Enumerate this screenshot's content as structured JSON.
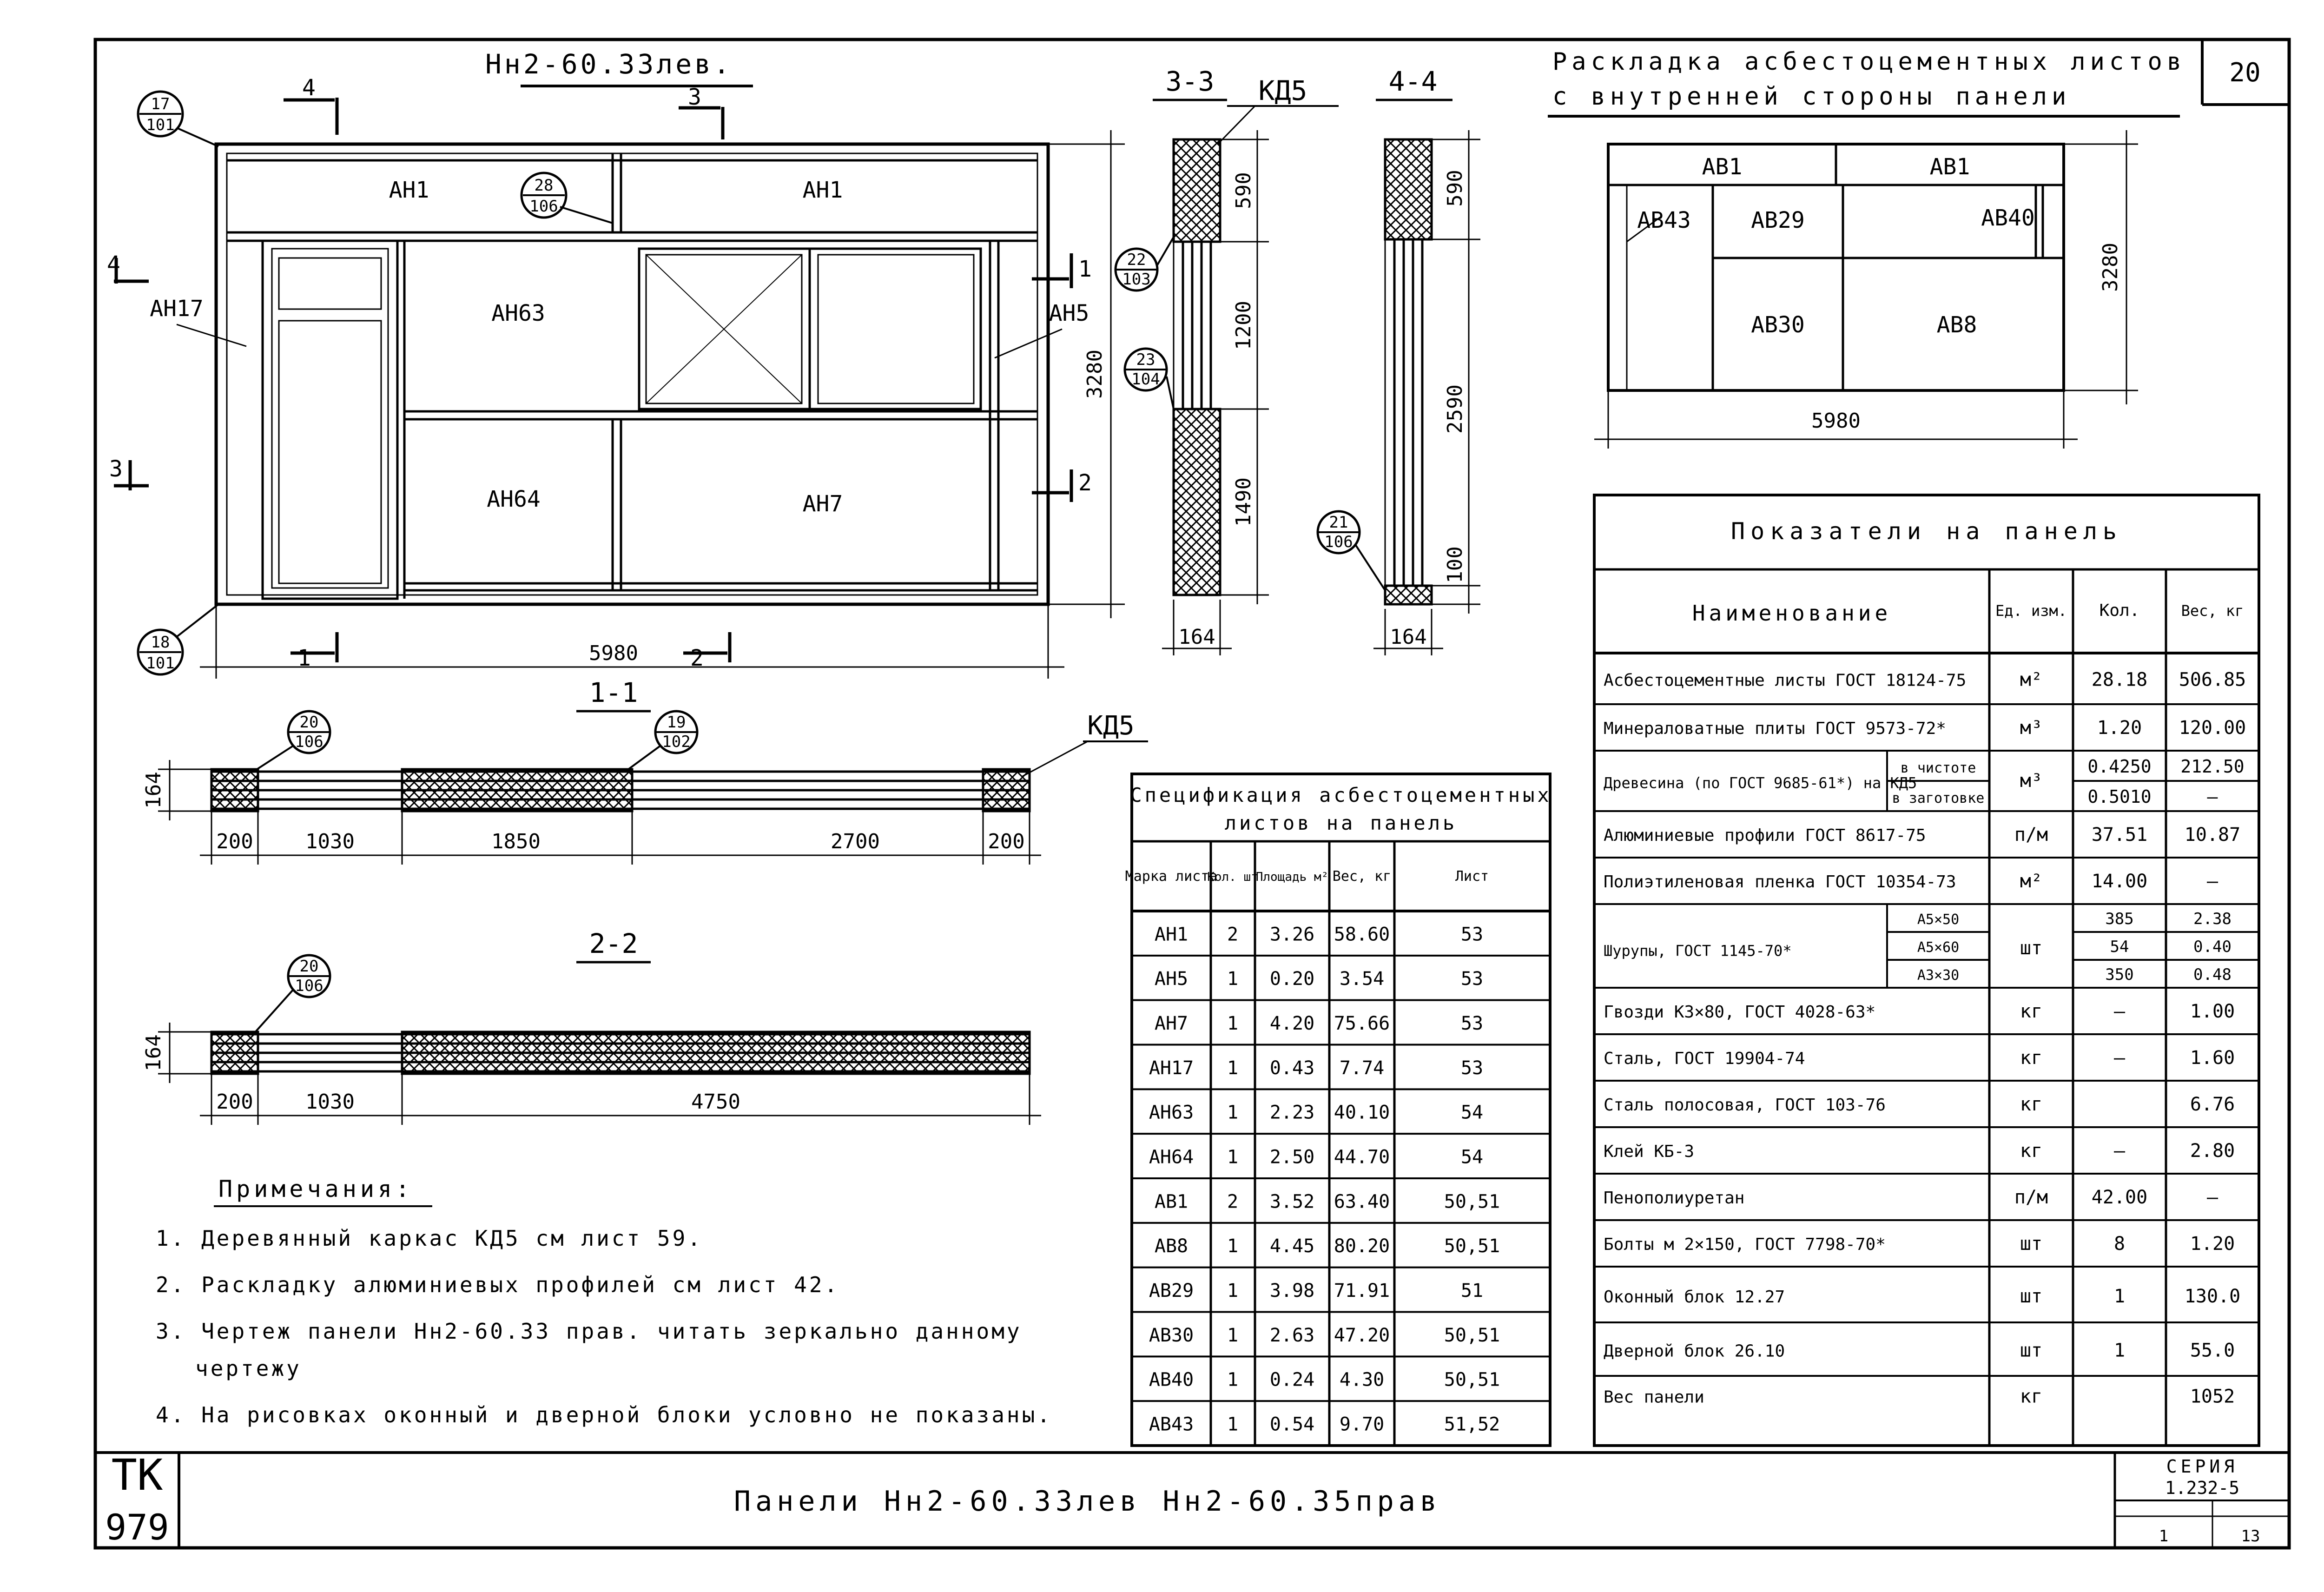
{
  "sheet": {
    "number": "20",
    "stamp": "ТК",
    "stamp_num": "979",
    "bottom_title": "Панели Нн2-60.33лев Нн2-60.35прав",
    "series_label": "СЕРИЯ",
    "series": "1.232-5",
    "issue": "1",
    "sheet_label": "13"
  },
  "elevation": {
    "title": "Нн2-60.33лев.",
    "width": "5980",
    "height": "3280",
    "panels": [
      "АН1",
      "АН1",
      "АН63",
      "АН64",
      "АН7",
      "АН17",
      "АН5"
    ],
    "callouts": [
      {
        "top": "17",
        "bot": "101"
      },
      {
        "top": "18",
        "bot": "101"
      },
      {
        "top": "28",
        "bot": "106"
      }
    ],
    "section_marks": [
      "4",
      "3",
      "1",
      "2",
      "4",
      "3",
      "1",
      "2"
    ]
  },
  "section_33": {
    "title": "3-3",
    "frame": "КД5",
    "dims": [
      "590",
      "1200",
      "1490",
      "164"
    ],
    "callouts": [
      {
        "top": "22",
        "bot": "103"
      },
      {
        "top": "23",
        "bot": "104"
      }
    ]
  },
  "section_44": {
    "title": "4-4",
    "dims": [
      "590",
      "2590",
      "100",
      "164"
    ],
    "callouts": [
      {
        "top": "21",
        "bot": "106"
      }
    ]
  },
  "section_11": {
    "title": "1-1",
    "frame": "КД5",
    "dims": [
      "164",
      "200",
      "1030",
      "1850",
      "2700",
      "200"
    ],
    "callouts": [
      {
        "top": "20",
        "bot": "106"
      },
      {
        "top": "19",
        "bot": "102"
      }
    ]
  },
  "section_22": {
    "title": "2-2",
    "dims": [
      "164",
      "200",
      "1030",
      "4750"
    ],
    "callouts": [
      {
        "top": "20",
        "bot": "106"
      }
    ]
  },
  "layout_scheme": {
    "title_line1": "Раскладка асбестоцементных листов",
    "title_line2": "с внутренней стороны панели",
    "width": "5980",
    "height": "3280",
    "sheets": [
      "АВ1",
      "АВ1",
      "АВ43",
      "АВ29",
      "АВ40",
      "АВ30",
      "АВ8"
    ]
  },
  "spec_table": {
    "title_line1": "Спецификация асбестоцементных",
    "title_line2": "листов на панель",
    "headers": [
      "Марка листа",
      "Кол. шт",
      "Площадь м²",
      "Вес, кг",
      "Лист"
    ],
    "rows": [
      [
        "АН1",
        "2",
        "3.26",
        "58.60",
        "53"
      ],
      [
        "АН5",
        "1",
        "0.20",
        "3.54",
        "53"
      ],
      [
        "АН7",
        "1",
        "4.20",
        "75.66",
        "53"
      ],
      [
        "АН17",
        "1",
        "0.43",
        "7.74",
        "53"
      ],
      [
        "АН63",
        "1",
        "2.23",
        "40.10",
        "54"
      ],
      [
        "АН64",
        "1",
        "2.50",
        "44.70",
        "54"
      ],
      [
        "АВ1",
        "2",
        "3.52",
        "63.40",
        "50,51"
      ],
      [
        "АВ8",
        "1",
        "4.45",
        "80.20",
        "50,51"
      ],
      [
        "АВ29",
        "1",
        "3.98",
        "71.91",
        "51"
      ],
      [
        "АВ30",
        "1",
        "2.63",
        "47.20",
        "50,51"
      ],
      [
        "АВ40",
        "1",
        "0.24",
        "4.30",
        "50,51"
      ],
      [
        "АВ43",
        "1",
        "0.54",
        "9.70",
        "51,52"
      ]
    ]
  },
  "indicators": {
    "title": "Показатели на панель",
    "headers": [
      "Наименование",
      "Ед. изм.",
      "Кол.",
      "Вес, кг"
    ],
    "rows": [
      {
        "name": "Асбестоцементные листы ГОСТ 18124-75",
        "unit": "м²",
        "qty": "28.18",
        "weight": "506.85"
      },
      {
        "name": "Минераловатные плиты ГОСТ 9573-72*",
        "unit": "м³",
        "qty": "1.20",
        "weight": "120.00"
      },
      {
        "name": "Древесина (по ГОСТ 9685-61*) на КД5",
        "sub1": "в чистоте",
        "sub2": "в заготовке",
        "unit": "м³",
        "qty": "0.4250",
        "qty2": "0.5010",
        "weight": "212.50",
        "weight2": "—"
      },
      {
        "name": "Алюминиевые профили ГОСТ 8617-75",
        "unit": "п/м",
        "qty": "37.51",
        "weight": "10.87"
      },
      {
        "name": "Полиэтиленовая пленка ГОСТ 10354-73",
        "unit": "м²",
        "qty": "14.00",
        "weight": "—"
      },
      {
        "name": "Шурупы, ГОСТ 1145-70*",
        "sub1": "А5×50",
        "sub2": "А5×60",
        "sub3": "А3×30",
        "unit": "шт",
        "qty": "385",
        "qty2": "54",
        "qty3": "350",
        "weight": "2.38",
        "weight2": "0.40",
        "weight3": "0.48"
      },
      {
        "name": "Гвозди К3×80, ГОСТ 4028-63*",
        "unit": "кг",
        "qty": "—",
        "weight": "1.00"
      },
      {
        "name": "Сталь, ГОСТ 19904-74",
        "unit": "кг",
        "qty": "—",
        "weight": "1.60"
      },
      {
        "name": "Сталь полосовая, ГОСТ 103-76",
        "unit": "кг",
        "qty": "",
        "weight": "6.76"
      },
      {
        "name": "Клей КБ-3",
        "unit": "кг",
        "qty": "—",
        "weight": "2.80"
      },
      {
        "name": "Пенополиуретан",
        "unit": "п/м",
        "qty": "42.00",
        "weight": "—"
      },
      {
        "name": "Болты м 2×150, ГОСТ 7798-70*",
        "unit": "шт",
        "qty": "8",
        "weight": "1.20"
      },
      {
        "name": "Оконный блок 12.27",
        "unit": "шт",
        "qty": "1",
        "weight": "130.0"
      },
      {
        "name": "Дверной блок 26.10",
        "unit": "шт",
        "qty": "1",
        "weight": "55.0"
      },
      {
        "name": "Вес панели",
        "unit": "кг",
        "qty": "",
        "weight": "1052"
      }
    ]
  },
  "notes": {
    "title": "Примечания:",
    "items": [
      "1. Деревянный каркас КД5 см лист 59.",
      "2. Раскладку алюминиевых профилей см лист 42.",
      "3. Чертеж панели Нн2-60.33 прав. читать зеркально данному",
      "чертежу",
      "4. На рисовках оконный и дверной блоки условно не показаны."
    ]
  }
}
